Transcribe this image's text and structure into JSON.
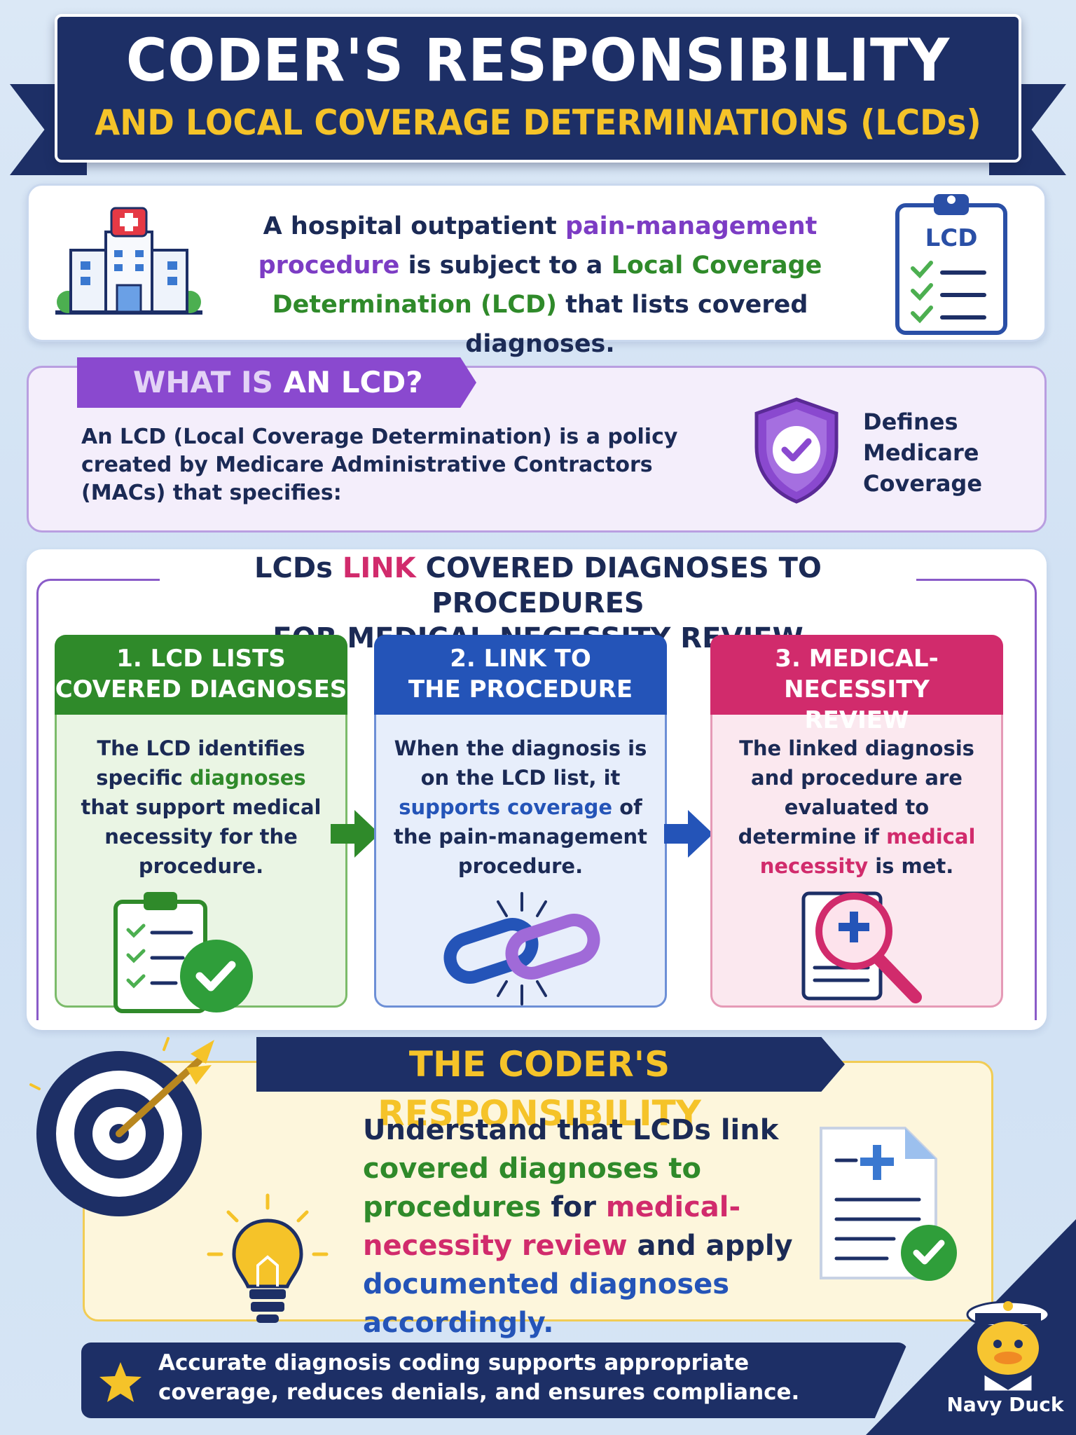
{
  "title": {
    "main": "CODER'S RESPONSIBILITY",
    "sub": "AND LOCAL COVERAGE DETERMINATIONS (LCDs)"
  },
  "intro": {
    "part1": "A hospital outpatient ",
    "highlight1": "pain-management procedure",
    "part2": " is subject to a ",
    "highlight2": "Local Coverage Determination (LCD)",
    "part3": " that lists covered diagnoses.",
    "clipboard_label": "LCD"
  },
  "what_is": {
    "heading_prefix": "WHAT IS ",
    "heading_rest": "AN LCD?",
    "description": "An LCD (Local Coverage Determination) is a policy created by Medicare Administrative Contractors (MACs) that specifies:",
    "badge_text": "Defines Medicare Coverage"
  },
  "link_section": {
    "heading_part1": "LCDs ",
    "heading_highlight": "LINK",
    "heading_part2": " COVERED DIAGNOSES TO PROCEDURES",
    "heading_line2": "FOR MEDICAL-NECESSITY REVIEW",
    "steps": [
      {
        "title_line1": "1. LCD LISTS",
        "title_line2": "COVERED DIAGNOSES",
        "body_a": "The LCD identifies specific ",
        "body_highlight": "diagnoses",
        "body_b": " that support medical necessity for the procedure."
      },
      {
        "title_line1": "2. LINK TO",
        "title_line2": "THE PROCEDURE",
        "body_a": "When the diagnosis is on the LCD list, it ",
        "body_highlight": "supports coverage",
        "body_b": " of the pain-management procedure."
      },
      {
        "title_line1": "3. MEDICAL-NECESSITY",
        "title_line2": "REVIEW",
        "body_a": "The linked diagnosis and procedure are evaluated to determine if ",
        "body_highlight": "medical necessity",
        "body_b": " is met."
      }
    ]
  },
  "coder": {
    "heading": "THE CODER'S RESPONSIBILITY",
    "text_a": "Understand that LCDs link ",
    "text_green": "covered diagnoses to procedures",
    "text_b": " for ",
    "text_pink": "medical-necessity review",
    "text_c": " and apply ",
    "text_blue": "documented diagnoses accordingly."
  },
  "footer": {
    "text": "Accurate diagnosis coding supports appropriate coverage, reduces denials, and ensures compliance.",
    "brand": "Navy Duck"
  },
  "colors": {
    "navy": "#1d2f66",
    "gold": "#f5c329",
    "purple": "#8a49cf",
    "green": "#2f8a2a",
    "blue": "#2454b8",
    "pink": "#d12b6c"
  },
  "icons": [
    "hospital-icon",
    "clipboard-checklist-icon",
    "shield-check-icon",
    "arrow-right-icon",
    "chain-link-icon",
    "magnifier-document-icon",
    "target-dart-icon",
    "lightbulb-icon",
    "document-check-icon",
    "star-icon",
    "navy-duck-mascot"
  ]
}
